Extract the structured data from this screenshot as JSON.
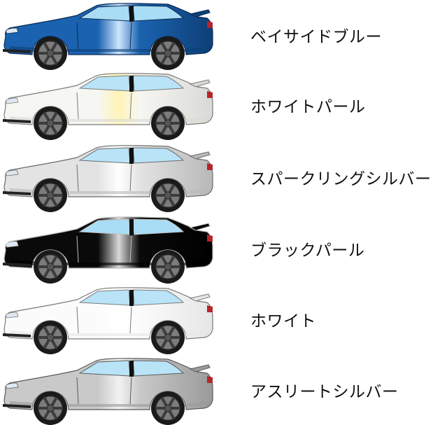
{
  "colors": [
    {
      "label": "ベイサイドブルー",
      "body_color": "#1b63b0",
      "body_shade": "#0e3f77",
      "line_color": "#0b2a52",
      "highlight": "#cfe6ff",
      "window_color": "#a9dcf5"
    },
    {
      "label": "ホワイトパール",
      "body_color": "#f6f6f2",
      "body_shade": "#d9d9d6",
      "line_color": "#7a7a7a",
      "highlight": "#fff4b8",
      "window_color": "#b9e3f7"
    },
    {
      "label": "スパークリングシルバー",
      "body_color": "#e3e3e3",
      "body_shade": "#b8b8b8",
      "line_color": "#6b6b6b",
      "highlight": "#ffffff",
      "window_color": "#b9e3f7"
    },
    {
      "label": "ブラックパール",
      "body_color": "#0a0a0a",
      "body_shade": "#000000",
      "line_color": "#bfbfbf",
      "highlight": "#d9d9d9",
      "window_color": "#a9dcf5"
    },
    {
      "label": "ホワイト",
      "body_color": "#fbfbfb",
      "body_shade": "#e6e6e6",
      "line_color": "#7a7a7a",
      "highlight": "#ffffff",
      "window_color": "#b9e3f7"
    },
    {
      "label": "アスリートシルバー",
      "body_color": "#c9c9c9",
      "body_shade": "#9a9a9a",
      "line_color": "#5a5a5a",
      "highlight": "#f2f2f2",
      "window_color": "#b9e3f7"
    }
  ]
}
